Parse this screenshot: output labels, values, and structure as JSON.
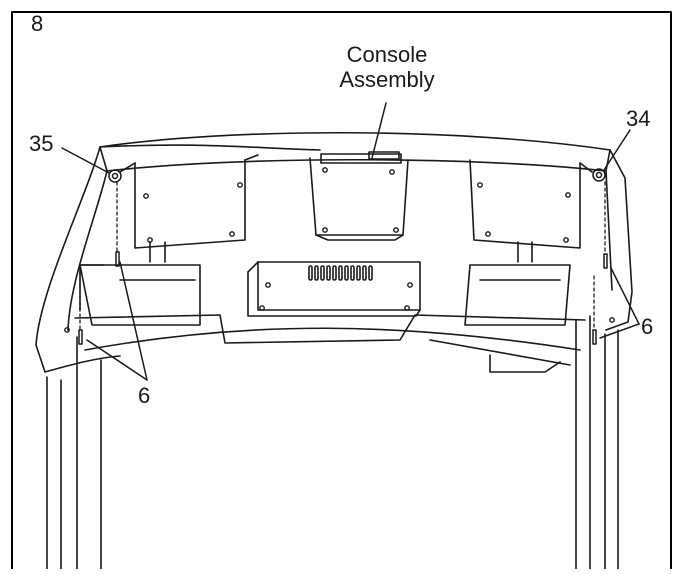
{
  "figure": {
    "step_number": "8",
    "callouts": {
      "console_assembly": [
        "Console",
        "Assembly"
      ],
      "part_35": "35",
      "part_34": "34",
      "part_6_left": "6",
      "part_6_right": "6"
    }
  },
  "colors": {
    "line": "#1a1a1a",
    "background": "#ffffff",
    "frame": "#000000"
  }
}
